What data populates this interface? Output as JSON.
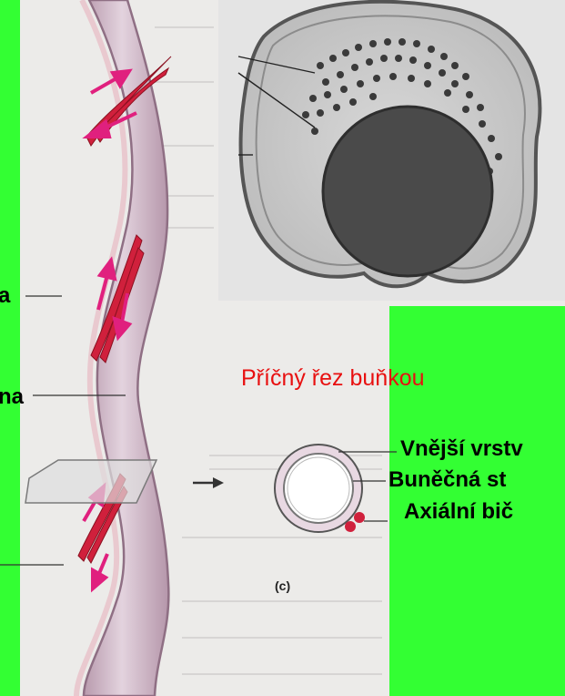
{
  "labels": {
    "left_top": "a",
    "left_mid": "na",
    "caption_part1": "Příčný řez ",
    "caption_part2": "buňkou",
    "outer_layer": "Vnější vrstv",
    "cell_wall": "Buněčná st",
    "axial": "Axiální bič",
    "panel_c": "(c)"
  },
  "colors": {
    "background": "#33ff33",
    "caption": "#e81010",
    "fibril": "#d0203c",
    "arrow": "#e0207e",
    "cell_body": "#cfb7c8"
  }
}
